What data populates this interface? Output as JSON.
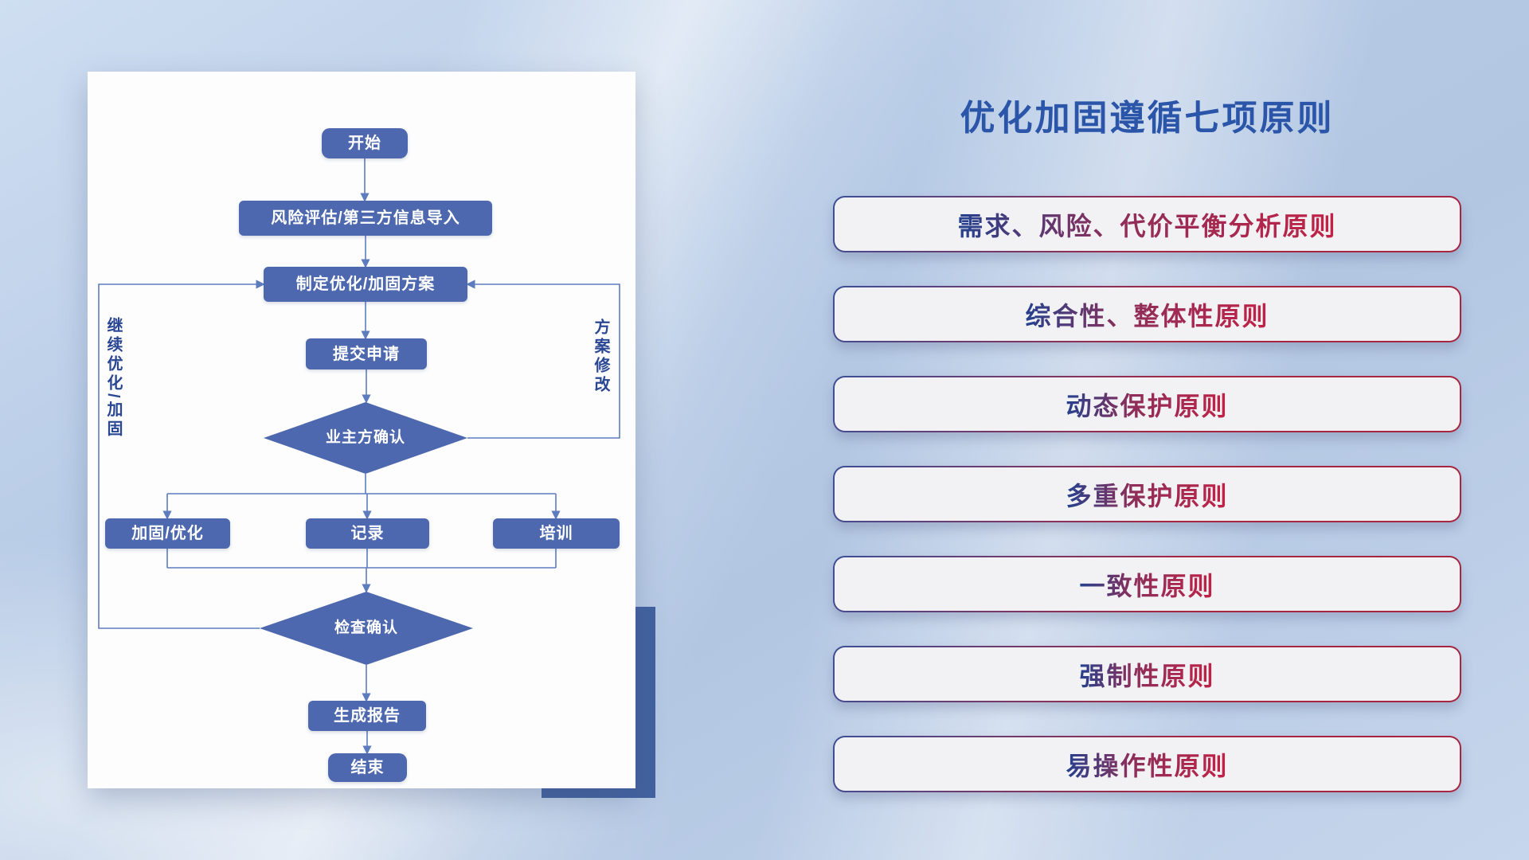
{
  "flowchart": {
    "nodes": {
      "start": {
        "label": "开始"
      },
      "risk": {
        "label": "风险评估/第三方信息导入"
      },
      "plan": {
        "label": "制定优化/加固方案"
      },
      "submit": {
        "label": "提交申请"
      },
      "owner_confirm": {
        "label": "业主方确认"
      },
      "reinforce": {
        "label": "加固/优化"
      },
      "record": {
        "label": "记录"
      },
      "training": {
        "label": "培训"
      },
      "check_confirm": {
        "label": "检查确认"
      },
      "report": {
        "label": "生成报告"
      },
      "end": {
        "label": "结束"
      }
    },
    "side_labels": {
      "left": "继续优化/加固",
      "right": "方案修改"
    }
  },
  "principles": {
    "title": "优化加固遵循七项原则",
    "items": [
      {
        "label": "需求、风险、代价平衡分析原则"
      },
      {
        "label": "综合性、整体性原则"
      },
      {
        "label": "动态保护原则"
      },
      {
        "label": "多重保护原则"
      },
      {
        "label": "一致性原则"
      },
      {
        "label": "强制性原则"
      },
      {
        "label": "易操作性原则"
      }
    ]
  },
  "colors": {
    "node_blue": "#4d68ae",
    "connector_blue": "#5d7cbe",
    "flow_label_blue": "#2a4793",
    "title_blue": "#2a55a8",
    "pill_bg": "#f2f2f4",
    "pill_border_blue": "#3b4f97",
    "pill_border_red": "#a62540",
    "pill_text_blue": "#24418e",
    "pill_text_red": "#c22146",
    "shadow_rect_blue": "#41619f",
    "background_blue": "#b9cde6"
  }
}
